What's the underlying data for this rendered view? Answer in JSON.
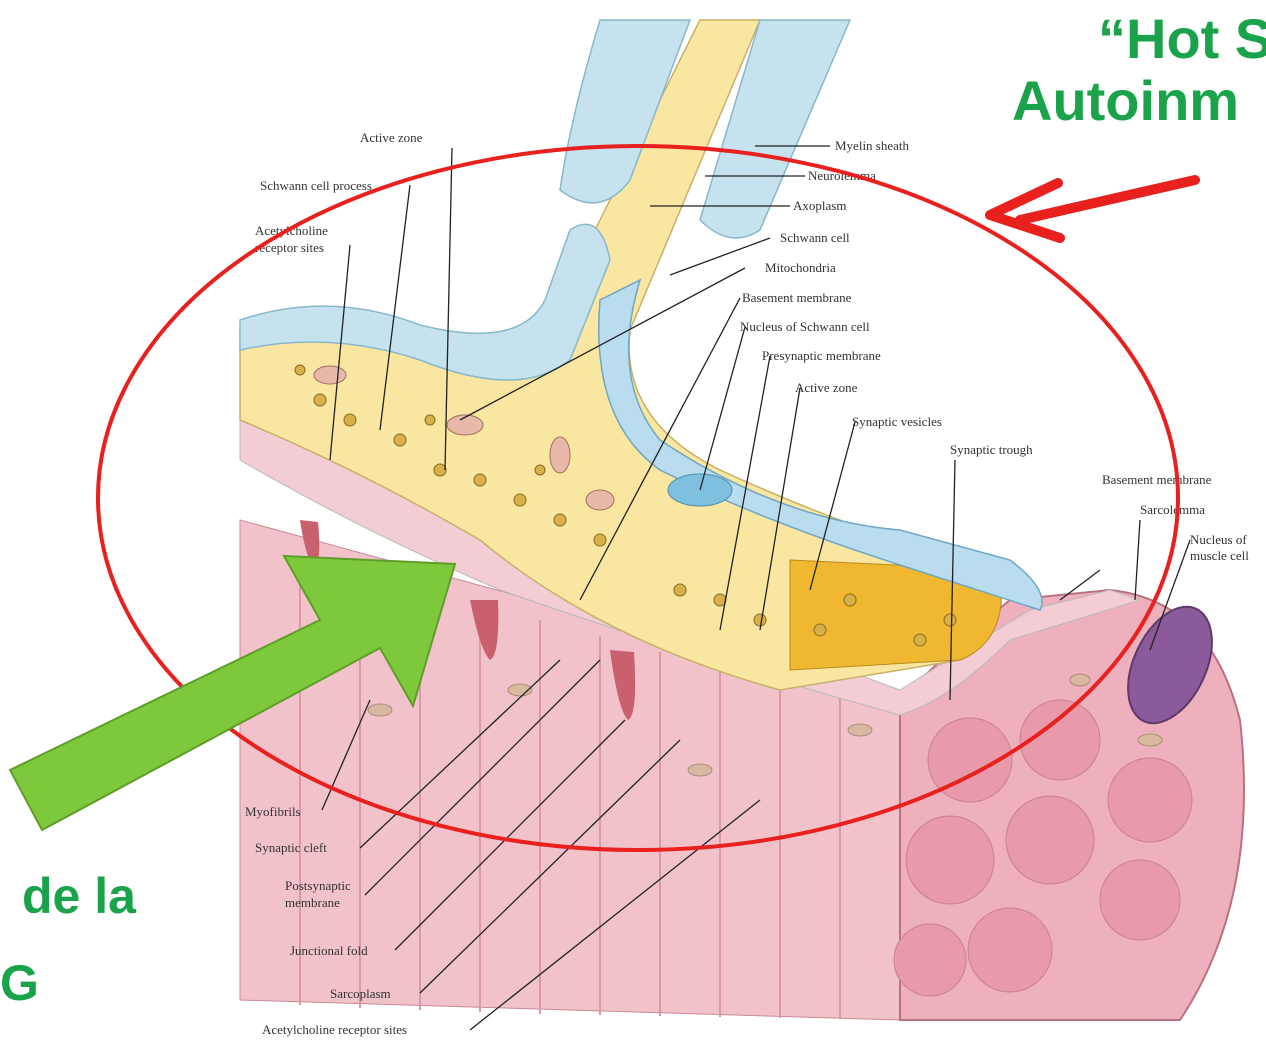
{
  "headline": {
    "line1": "“Hot S",
    "line2": "Autoinm",
    "color": "#1aa34a"
  },
  "side_caption": {
    "line1": "de la",
    "line2": "G",
    "color": "#1aa34a"
  },
  "labels": {
    "active_zone_top": "Active zone",
    "schwann_process": "Schwann cell process",
    "ach_receptor_1": "Acetylcholine",
    "ach_receptor_2": "receptor sites",
    "myelin_sheath": "Myelin sheath",
    "neurolemma": "Neurolemma",
    "axoplasm": "Axoplasm",
    "schwann_cell": "Schwann cell",
    "mitochondria": "Mitochondria",
    "basement_membrane": "Basement membrane",
    "nucleus_schwann": "Nucleus of Schwann cell",
    "presynaptic_membrane": "Presynaptic membrane",
    "active_zone": "Active zone",
    "synaptic_vesicles": "Synaptic vesicles",
    "synaptic_trough": "Synaptic trough",
    "basement_membrane_right": "Basement membrane",
    "sarcolemma": "Sarcolemma",
    "nucleus_muscle_1": "Nucleus of",
    "nucleus_muscle_2": "muscle cell",
    "myofibrils": "Myofibrils",
    "synaptic_cleft": "Synaptic cleft",
    "postsynaptic_1": "Postsynaptic",
    "postsynaptic_2": "membrane",
    "junctional_fold": "Junctional fold",
    "sarcoplasm": "Sarcoplasm",
    "ach_receptor_bottom": "Acetylcholine receptor sites"
  },
  "colors": {
    "ellipse": "#e8201e",
    "red_arrow": "#e8201e",
    "green_arrow": "#7dc93b",
    "axon": "#f9e6a0",
    "schwann": "#bfe0ef",
    "muscle": "#efb6c0"
  }
}
